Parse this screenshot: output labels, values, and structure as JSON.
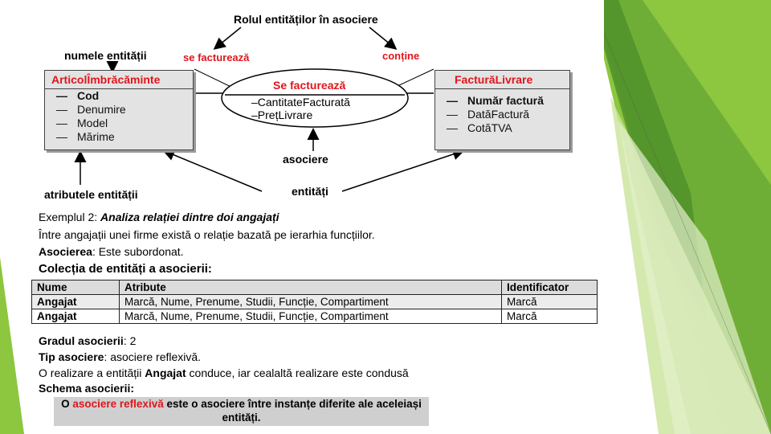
{
  "diagram": {
    "top_label": "Rolul entităților în asociere",
    "left_role": "se facturează",
    "right_role": "conține",
    "entity_name_label": "numele entității",
    "entity_attr_label": "atributele entității",
    "association_label": "asociere",
    "entities_label": "entități",
    "left_entity": {
      "name": "ArticolÎmbrăcăminte",
      "attributes": [
        "Cod",
        "Denumire",
        "Model",
        "Mărime"
      ]
    },
    "right_entity": {
      "name": "FacturăLivrare",
      "attributes": [
        "Număr factură",
        "DatăFactură",
        "CotăTVA"
      ]
    },
    "association": {
      "name": "Se facturează",
      "attributes": [
        "–CantitateFacturată",
        "–PrețLivrare"
      ]
    },
    "dash": "—"
  },
  "text": {
    "example_prefix": "Exemplul 2: ",
    "example_title": "Analiza relației dintre doi angajați",
    "intro": "Între angajații unei firme există o relație bazată pe ierarhia funcțiilor.",
    "assoc_label": "Asocierea",
    "assoc_value": ": Este subordonat.",
    "collection": "Colecția de entități a asocierii:",
    "degree_label": "Gradul asocierii",
    "degree_value": ": 2",
    "type_label": "Tip asociere",
    "type_value": ": asociere reflexivă.",
    "realization_pre": "O realizare a entității ",
    "realization_bold": "Angajat",
    "realization_post": " conduce, iar cealaltă realizare este condusă",
    "schema": "Schema asocierii:",
    "note_prefix": "O ",
    "note_red": "asociere reflexivă",
    "note_line1_rest": " este o asociere între instanțe diferite ale aceleiași",
    "note_line2": "entități."
  },
  "table": {
    "headers": [
      "Nume",
      "Atribute",
      "Identificator"
    ],
    "rows": [
      [
        "Angajat",
        "Marcă, Nume, Prenume, Studii, Funcție, Compartiment",
        "Marcă"
      ],
      [
        "Angajat",
        "Marcă, Nume, Prenume, Studii, Funcție, Compartiment",
        "Marcă"
      ]
    ]
  },
  "colors": {
    "accent_green": "#8dc63f",
    "dark_green": "#4e8f2a",
    "title_red": "#e0161d"
  }
}
